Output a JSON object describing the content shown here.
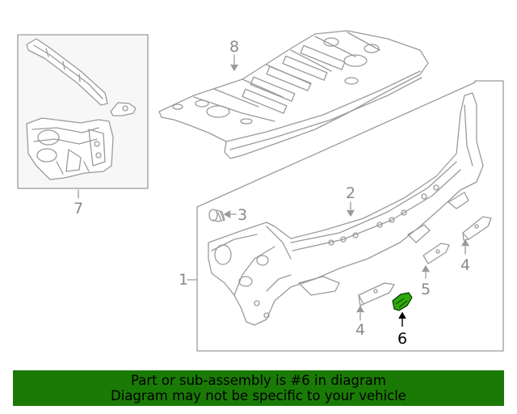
{
  "callouts": {
    "c1": "1",
    "c2": "2",
    "c3": "3",
    "c4a": "4",
    "c4b": "4",
    "c5": "5",
    "c6": "6",
    "c7": "7",
    "c8": "8"
  },
  "highlight_part": "6",
  "colors": {
    "banner_bg": "#1a7a06",
    "highlight_part": "#2fa80c",
    "line_art": "#9a9a9a"
  },
  "banner": {
    "line1": "Part or sub-assembly is #6 in diagram",
    "line2": "Diagram may not be specific to your vehicle"
  }
}
